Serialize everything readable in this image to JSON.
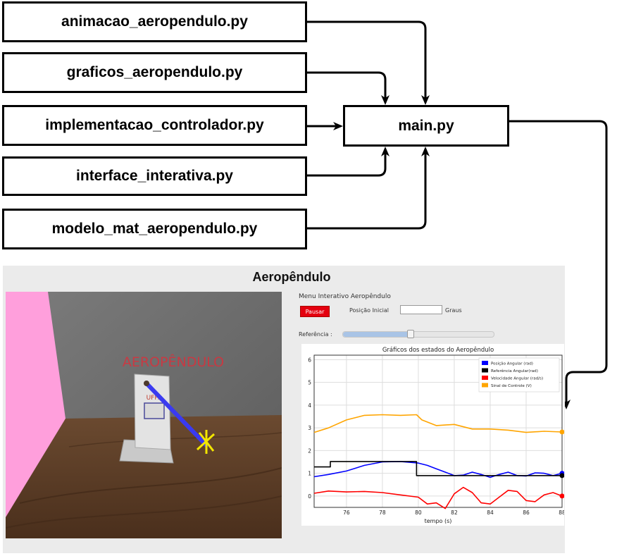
{
  "files": [
    {
      "name": "animacao_aeropendulo.py"
    },
    {
      "name": "graficos_aeropendulo.py"
    },
    {
      "name": "implementacao_controlador.py"
    },
    {
      "name": "interface_interativa.py"
    },
    {
      "name": "modelo_mat_aeropendulo.py"
    }
  ],
  "main": {
    "name": "main.py"
  },
  "app": {
    "title": "Aeropêndulo",
    "scene_label": "AEROPÊNDULO",
    "plate_label": "UFPA",
    "menu_title": "Menu Interativo Aeropêndulo",
    "pause_label": "Pausar",
    "initial_position_label": "Posição Inicial",
    "initial_position_value": "",
    "unit_label": "Graus",
    "reference_label": "Referência :",
    "reference_slider_fraction": 0.45
  },
  "colors": {
    "position": "#0000ff",
    "reference": "#000000",
    "velocity": "#ff0000",
    "control": "#ffa500",
    "pause_button": "#e4000f",
    "wall_pink": "#ff9fdc"
  },
  "chart_data": {
    "type": "line",
    "title": "Gráficos dos estados do Aeropêndulo",
    "xlabel": "tempo (s)",
    "ylabel": "",
    "xlim": [
      74.2,
      88
    ],
    "ylim": [
      -0.5,
      6.2
    ],
    "xticks": [
      76,
      78,
      80,
      82,
      84,
      86,
      88
    ],
    "yticks": [
      0,
      1,
      2,
      3,
      4,
      5,
      6
    ],
    "grid": true,
    "legend_position": "top-right",
    "series": [
      {
        "name": "Posição Angular (rad)",
        "color": "#0000ff",
        "x": [
          74.2,
          75,
          76,
          77,
          78,
          79,
          80,
          80.5,
          81,
          81.5,
          82,
          82.5,
          83,
          83.5,
          84,
          84.5,
          85,
          85.5,
          86,
          86.5,
          87,
          87.5,
          88
        ],
        "y": [
          0.85,
          0.95,
          1.1,
          1.35,
          1.5,
          1.52,
          1.45,
          1.35,
          1.2,
          1.05,
          0.9,
          0.92,
          1.05,
          0.95,
          0.82,
          0.95,
          1.05,
          0.9,
          0.88,
          1.02,
          1.0,
          0.9,
          1.0
        ]
      },
      {
        "name": "Referência Angular(rad)",
        "color": "#000000",
        "x": [
          74.2,
          75.1,
          75.1,
          79.9,
          79.9,
          88
        ],
        "y": [
          1.28,
          1.28,
          1.52,
          1.52,
          0.9,
          0.9
        ]
      },
      {
        "name": "Velocidade Angular (rad/s)",
        "color": "#ff0000",
        "x": [
          74.2,
          75,
          76,
          77,
          78,
          79,
          80,
          80.5,
          81,
          81.5,
          82,
          82.5,
          83,
          83.5,
          84,
          84.5,
          85,
          85.5,
          86,
          86.5,
          87,
          87.5,
          88
        ],
        "y": [
          0.12,
          0.22,
          0.18,
          0.2,
          0.15,
          0.05,
          -0.05,
          -0.35,
          -0.3,
          -0.55,
          0.1,
          0.38,
          0.15,
          -0.3,
          -0.35,
          -0.05,
          0.25,
          0.2,
          -0.2,
          -0.25,
          0.05,
          0.15,
          0.0
        ]
      },
      {
        "name": "Sinal de Controle (V)",
        "color": "#ffa500",
        "x": [
          74.2,
          75,
          76,
          77,
          78,
          79,
          79.9,
          80.2,
          81,
          82,
          83,
          84,
          85,
          86,
          87,
          88
        ],
        "y": [
          2.8,
          3.0,
          3.35,
          3.55,
          3.58,
          3.55,
          3.58,
          3.35,
          3.1,
          3.15,
          2.95,
          2.95,
          2.9,
          2.8,
          2.85,
          2.82
        ]
      }
    ]
  }
}
